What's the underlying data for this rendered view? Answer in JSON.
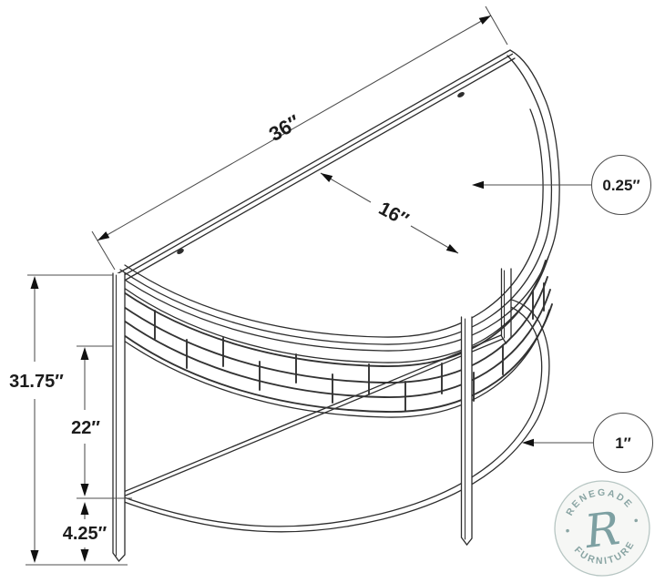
{
  "diagram": {
    "title": "half-moon console table dimension drawing",
    "callouts": {
      "top_width": "36″",
      "top_depth": "16″",
      "glass_thickness": "0.25″",
      "overall_height": "31.75″",
      "clearance_height": "22″",
      "shelf_height": "4.25″",
      "frame_tube": "1″"
    },
    "watermark": {
      "arc_top": "RENEGADE",
      "arc_bottom": "FURNITURE",
      "monogram": "R"
    },
    "colors": {
      "line": "#2d2d2d",
      "dimension": "#4d4d4d",
      "arrow": "#111111",
      "watermark_text": "#8aa5a4",
      "watermark_bg": "#f5f7f4",
      "watermark_border": "#b7c6c3"
    }
  }
}
